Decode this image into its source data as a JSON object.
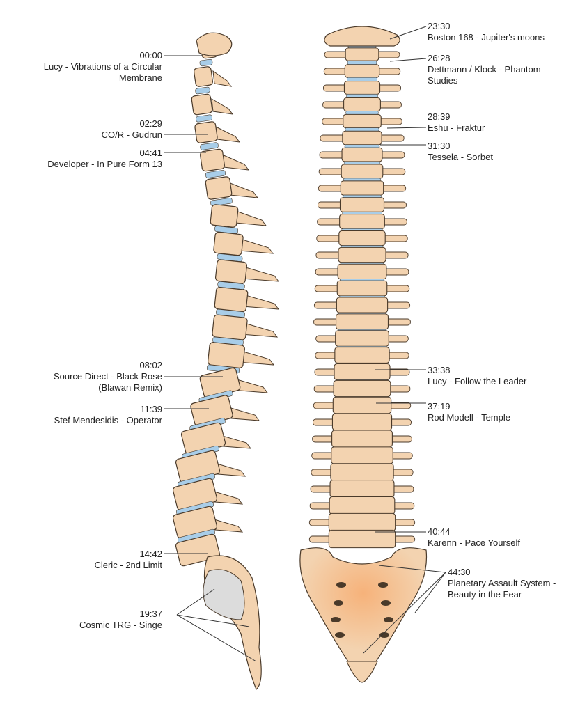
{
  "colors": {
    "bone": "#f3d3b0",
    "bone_shade": "#e2b88c",
    "outline": "#4a3a2a",
    "disc": "#a8cde8",
    "leader": "#333333",
    "sacrum_glow": "#f6b27a",
    "cartilage": "#dcdcdc"
  },
  "left_labels": [
    {
      "time": "00:00",
      "artist": "Lucy - Vibrations of a Circular",
      "artist2": "Membrane"
    },
    {
      "time": "02:29",
      "artist": "CO/R - Gudrun"
    },
    {
      "time": "04:41",
      "artist": "Developer - In Pure Form 13"
    },
    {
      "time": "08:02",
      "artist": "Source Direct - Black Rose",
      "artist2": "(Blawan Remix)"
    },
    {
      "time": "11:39",
      "artist": "Stef Mendesidis - Operator"
    },
    {
      "time": "14:42",
      "artist": "Cleric - 2nd Limit"
    },
    {
      "time": "19:37",
      "artist": "Cosmic TRG - Singe"
    }
  ],
  "right_labels": [
    {
      "time": "23:30",
      "artist": "Boston 168 - Jupiter's moons"
    },
    {
      "time": "26:28",
      "artist": "Dettmann / Klock - Phantom",
      "artist2": "Studies"
    },
    {
      "time": "28:39",
      "artist": "Eshu - Fraktur"
    },
    {
      "time": "31:30",
      "artist": "Tessela - Sorbet"
    },
    {
      "time": "33:38",
      "artist": "Lucy - Follow the Leader"
    },
    {
      "time": "37:19",
      "artist": "Rod Modell - Temple"
    },
    {
      "time": "40:44",
      "artist": "Karenn - Pace Yourself"
    },
    {
      "time": "44:30",
      "artist": "Planetary Assault System -",
      "artist2": "Beauty in the Fear"
    }
  ]
}
